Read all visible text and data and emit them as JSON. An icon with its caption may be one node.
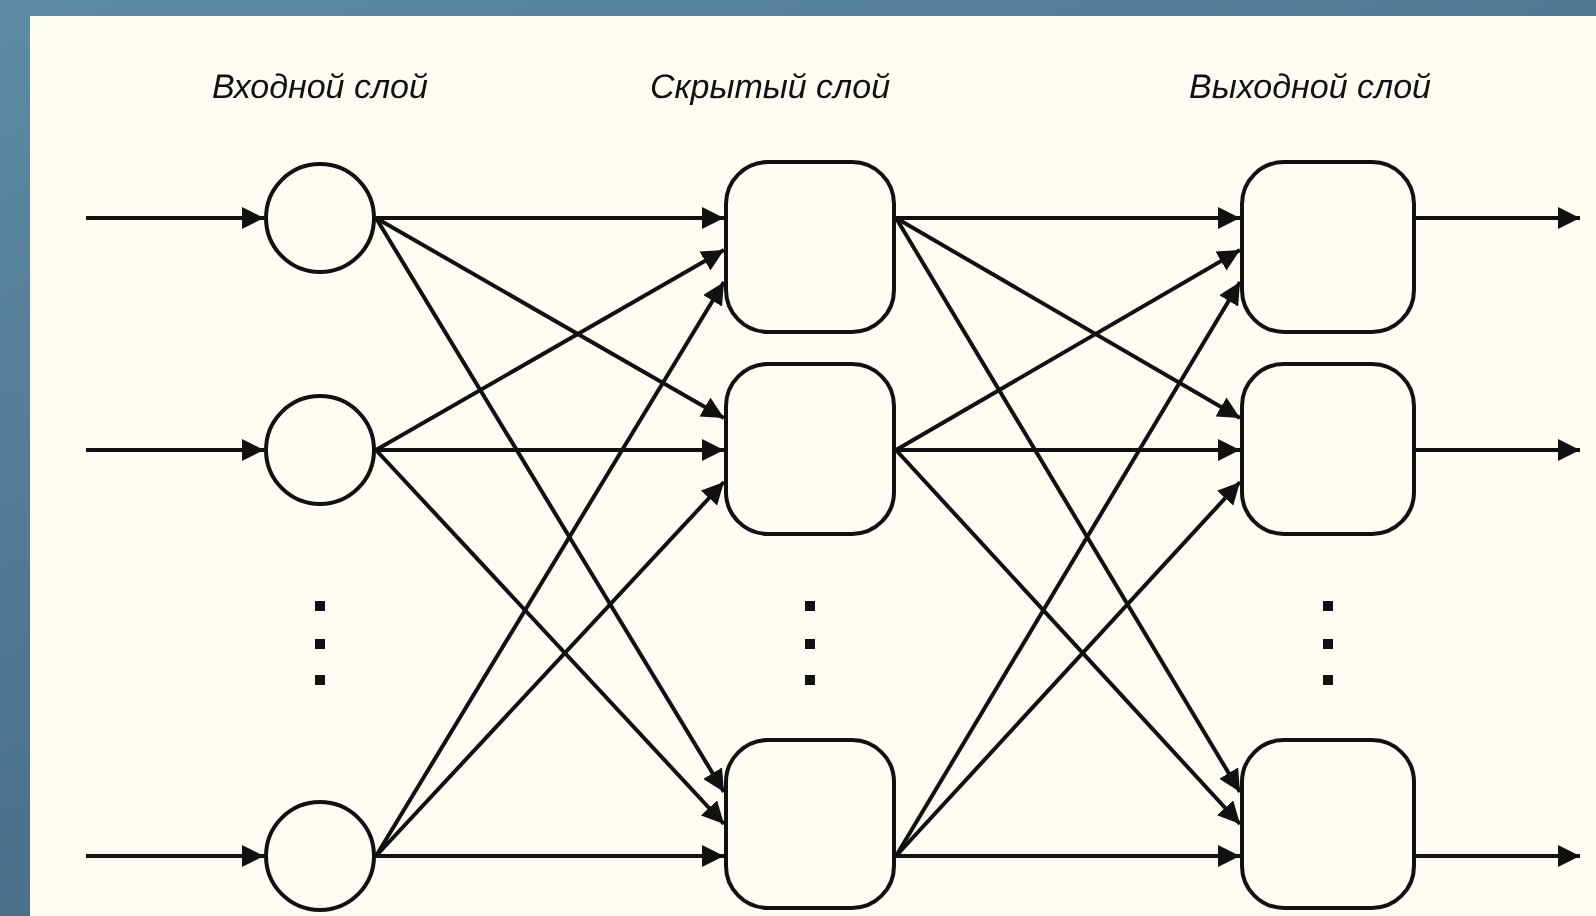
{
  "diagram": {
    "nodes": [
      {
        "text": [],
        "shape": "circle"
      },
      {
        "text": [],
        "shape": "circle"
      },
      {
        "text": [],
        "shape": "circle"
      },
      {
        "text": [],
        "shape": "box"
      },
      {
        "text": [],
        "shape": "box"
      },
      {
        "text": [],
        "shape": "box"
      },
      {
        "text": [],
        "shape": "box"
      },
      {
        "text": [],
        "shape": "box"
      },
      {
        "text": [],
        "shape": "box"
      }
    ],
    "edges": [
      {
        "from": null,
        "to": 0,
        "arrow": "to"
      },
      {
        "from": null,
        "to": 1,
        "arrow": "to"
      },
      {
        "from": null,
        "to": 2,
        "arrow": "to"
      },
      {
        "from": 0,
        "to": 3,
        "arrow": "to"
      },
      {
        "from": 0,
        "to": 4,
        "arrow": "to"
      },
      {
        "from": 0,
        "to": 5,
        "arrow": "to"
      },
      {
        "from": 1,
        "to": 3,
        "arrow": "to"
      },
      {
        "from": 1,
        "to": 4,
        "arrow": "to"
      },
      {
        "from": 1,
        "to": 5,
        "arrow": "to"
      },
      {
        "from": 2,
        "to": 3,
        "arrow": "to"
      },
      {
        "from": 2,
        "to": 4,
        "arrow": "to"
      },
      {
        "from": 2,
        "to": 5,
        "arrow": "to"
      },
      {
        "from": 3,
        "to": 6,
        "arrow": "to"
      },
      {
        "from": 3,
        "to": 7,
        "arrow": "to"
      },
      {
        "from": 3,
        "to": 8,
        "arrow": "to"
      },
      {
        "from": 4,
        "to": 6,
        "arrow": "to"
      },
      {
        "from": 4,
        "to": 7,
        "arrow": "to"
      },
      {
        "from": 4,
        "to": 8,
        "arrow": "to"
      },
      {
        "from": 5,
        "to": 6,
        "arrow": "to"
      },
      {
        "from": 5,
        "to": 7,
        "arrow": "to"
      },
      {
        "from": 5,
        "to": 8,
        "arrow": "to"
      },
      {
        "from": 6,
        "to": null,
        "arrow": "to"
      },
      {
        "from": 7,
        "to": null,
        "arrow": "to"
      },
      {
        "from": 8,
        "to": null,
        "arrow": "to"
      }
    ],
    "labels": [
      "Входной слой",
      "Скрытый слой",
      "Выходной слой"
    ]
  }
}
